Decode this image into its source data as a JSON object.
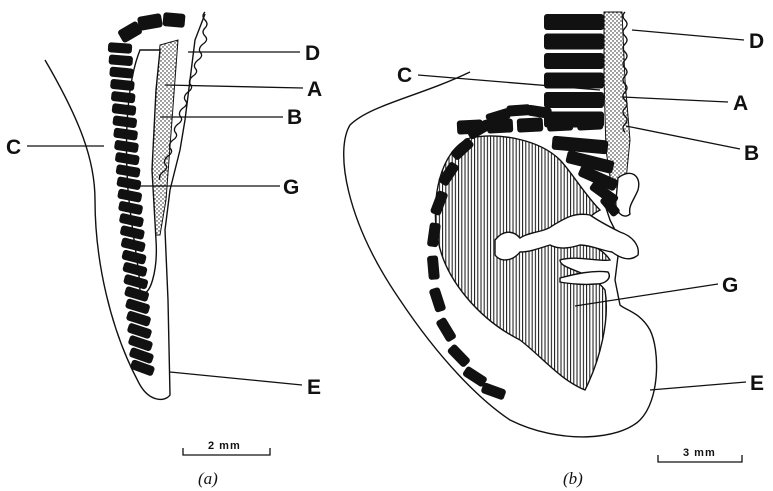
{
  "panel_a": {
    "labels": {
      "d": "D",
      "a": "A",
      "b": "B",
      "c": "C",
      "g": "G",
      "e": "E"
    },
    "scale": "2 mm",
    "caption": "(a)"
  },
  "panel_b": {
    "labels": {
      "d": "D",
      "c": "C",
      "a": "A",
      "b": "B",
      "g": "G",
      "e": "E"
    },
    "scale": "3 mm",
    "caption": "(b)"
  },
  "colors": {
    "ink": "#111111",
    "paper": "#ffffff"
  }
}
